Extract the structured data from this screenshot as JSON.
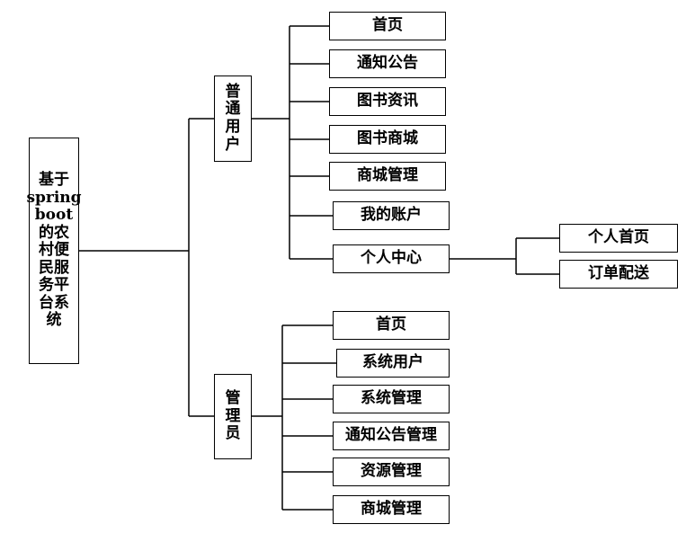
{
  "root": {
    "label": "基于\nspring\nboot\n的农\n村便\n民服\n务平\n台系\n统"
  },
  "user_group": {
    "label": "普\n通\n用\n户",
    "items": [
      "首页",
      "通知公告",
      "图书资讯",
      "图书商城",
      "商城管理",
      "我的账户",
      "个人中心"
    ],
    "personal_center_children": [
      "个人首页",
      "订单配送"
    ]
  },
  "admin_group": {
    "label": "管\n理\n员",
    "items": [
      "首页",
      "系统用户",
      "系统管理",
      "通知公告管理",
      "资源管理",
      "商城管理"
    ]
  }
}
